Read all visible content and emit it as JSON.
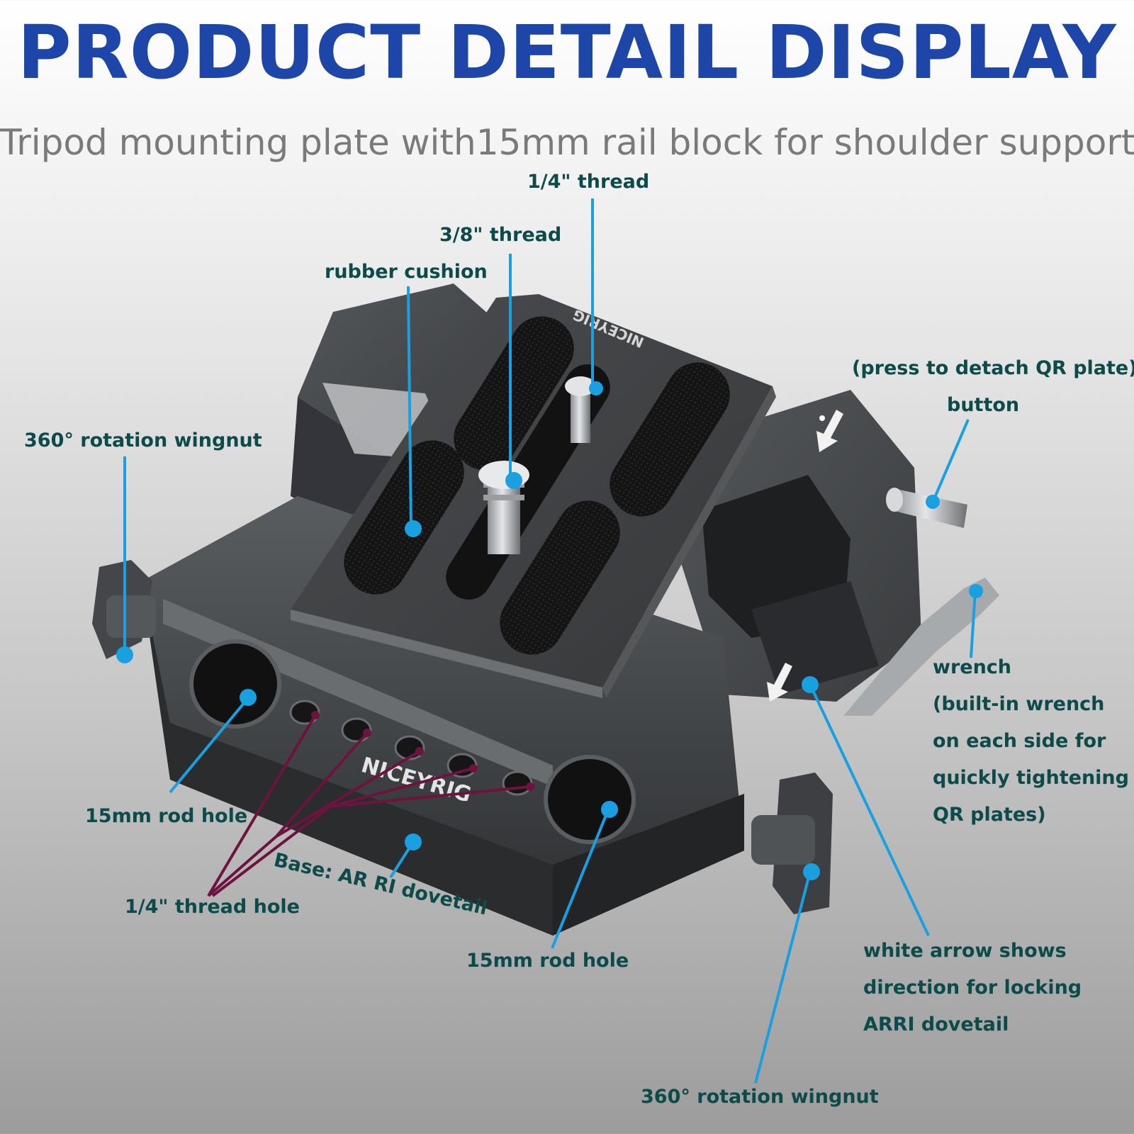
{
  "header": {
    "title": "PRODUCT DETAIL DISPLAY",
    "subtitle": "Tripod mounting plate with15mm rail block for shoulder support"
  },
  "product": {
    "brand_top": "NICEYRIG",
    "brand_front": "NICEYRIG"
  },
  "callouts": {
    "quarter_thread": "1/4\" thread",
    "three_eighths_thread": "3/8\" thread",
    "rubber_cushion": "rubber cushion",
    "press_detach": "(press to detach QR plate)",
    "button": "button",
    "wingnut_left": "360° rotation wingnut",
    "wrench_lines": [
      "wrench",
      "(built-in wrench",
      "on each side for",
      "quickly tightening",
      "QR plates)"
    ],
    "rod_hole_left": "15mm rod hole",
    "base_dovetail": "Base: AR RI dovetail",
    "thread_hole": "1/4\" thread hole",
    "rod_hole_right": "15mm rod hole",
    "white_arrow_lines": [
      "white arrow shows",
      "direction for locking",
      "ARRI dovetail"
    ],
    "wingnut_right": "360° rotation wingnut"
  },
  "colors": {
    "title": "#1e46a8",
    "subtitle": "#7a7a7a",
    "label": "#0d4a4a",
    "leader_blue": "#1aa0e0",
    "leader_maroon": "#6e1240"
  }
}
